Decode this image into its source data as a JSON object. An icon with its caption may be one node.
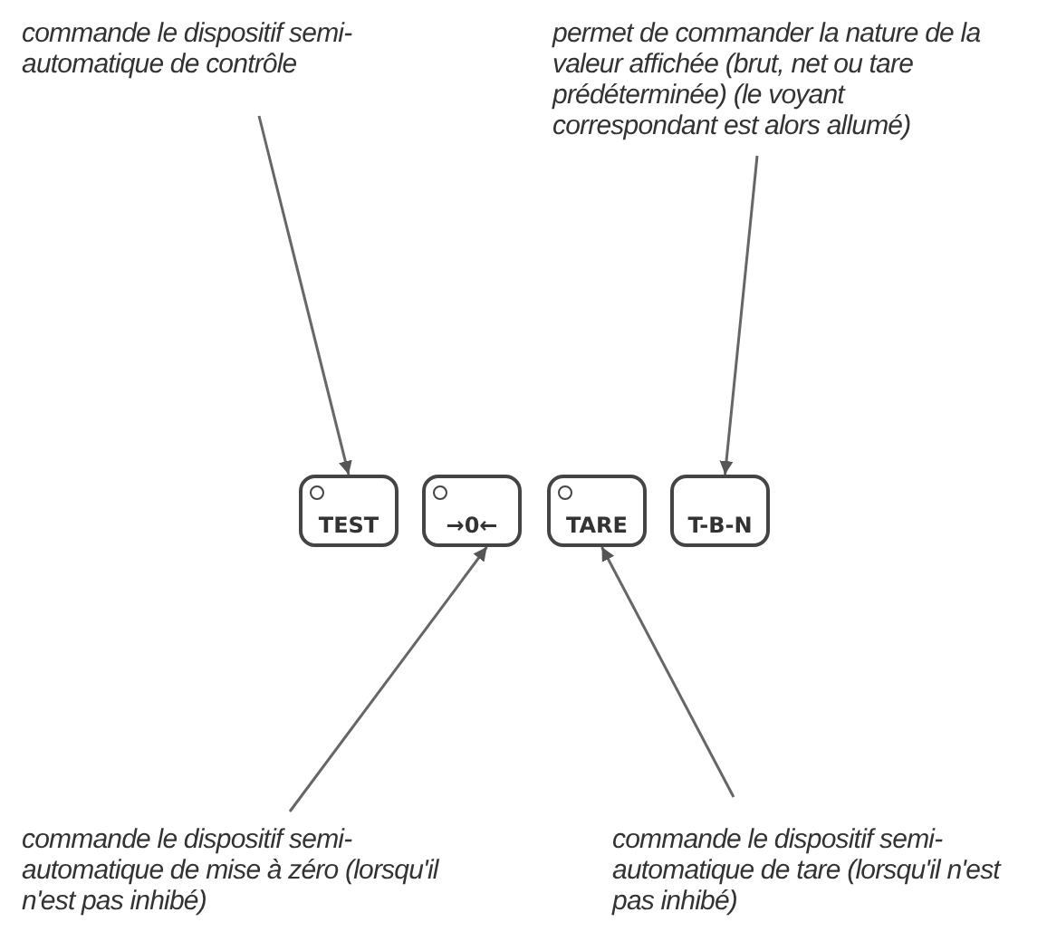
{
  "diagram": {
    "nodes": [
      {
        "text": [
          "commande le dispositif semi-automatique de contrôle"
        ]
      },
      {
        "text": [
          "permet de commander la nature de la valeur affichée (brut, net ou tare prédéterminée) (le voyant correspondant est alors allumé)"
        ]
      },
      {
        "text": [
          "TEST"
        ]
      },
      {
        "text": [
          "→0←"
        ]
      },
      {
        "text": [
          "TARE"
        ]
      },
      {
        "text": [
          "T-B-N"
        ]
      },
      {
        "text": [
          "commande le dispositif semi-automatique de mise à zéro (lorsqu'il n'est pas inhibé)"
        ]
      },
      {
        "text": [
          "commande le dispositif semi-automatique de tare (lorsqu'il n'est pas inhibé)"
        ]
      }
    ],
    "edges": [
      {
        "from": 0,
        "to": 2,
        "arrow": "to"
      },
      {
        "from": 1,
        "to": 5,
        "arrow": "to"
      },
      {
        "from": 6,
        "to": 3,
        "arrow": "to"
      },
      {
        "from": 7,
        "to": 4,
        "arrow": "to"
      }
    ]
  }
}
